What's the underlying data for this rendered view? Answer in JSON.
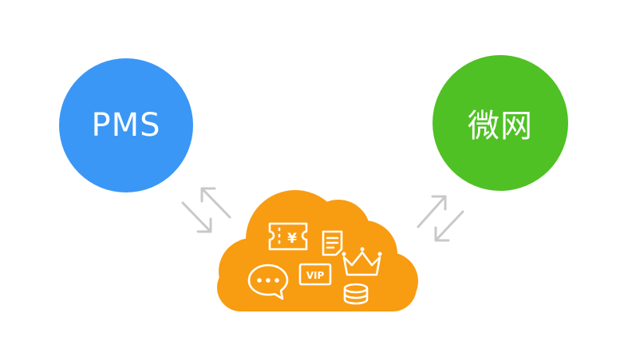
{
  "nodes": {
    "left": {
      "label": "PMS",
      "color": "#3a97f6"
    },
    "right": {
      "label": "微网",
      "color": "#4fc124"
    }
  },
  "cloud": {
    "color": "#f89c12",
    "icon_color": "#ffffff",
    "icons": [
      "ticket-yen-icon",
      "document-icon",
      "crown-icon",
      "chat-bubble-icon",
      "vip-badge-icon",
      "coins-icon"
    ],
    "currency_symbol": "¥",
    "vip_label": "VIP"
  },
  "arrows": {
    "color": "#c9c9c9",
    "type": "bidirectional"
  }
}
